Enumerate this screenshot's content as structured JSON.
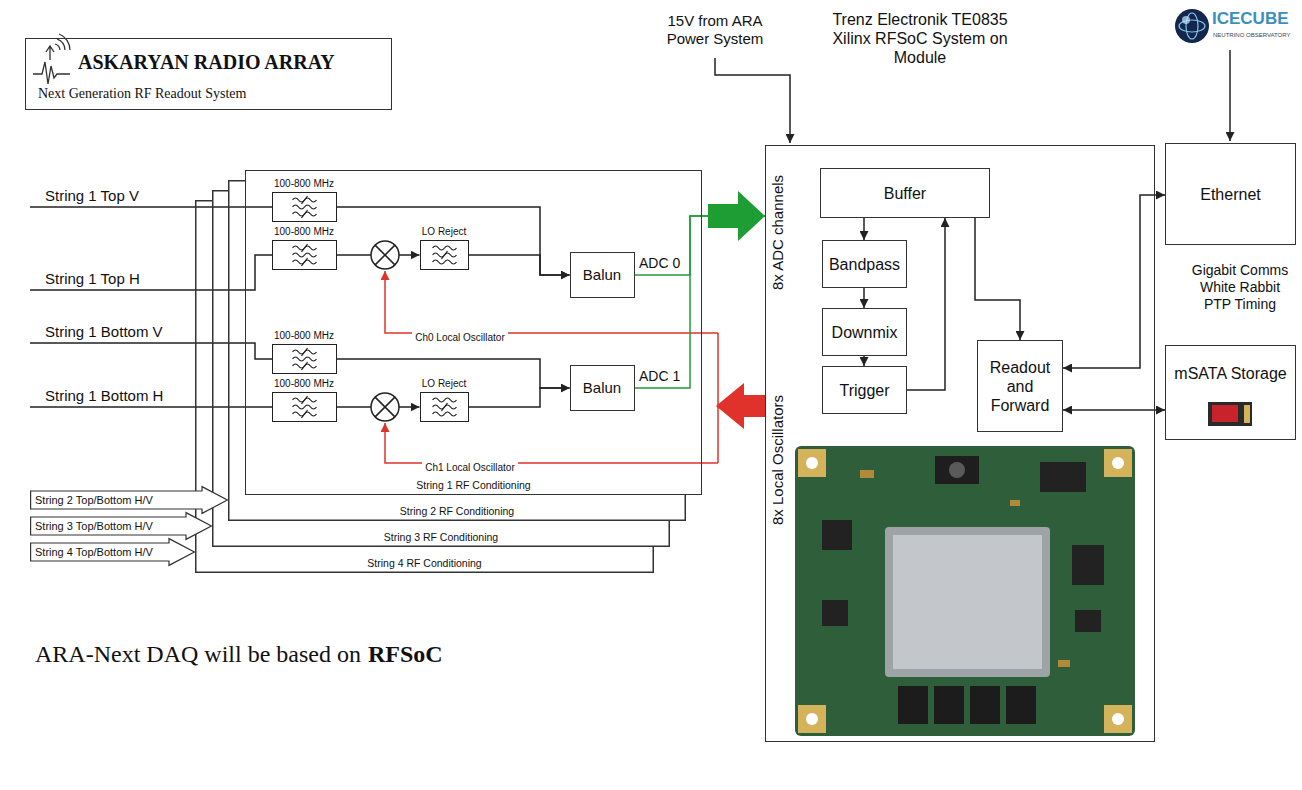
{
  "diagram": {
    "nodes": [
      {
        "text": [
          "ASKARYAN RADIO ARRAY",
          "Next Generation RF Readout System"
        ]
      },
      {
        "text": [
          "String 1 RF Conditioning"
        ]
      },
      {
        "text": [
          "100-800 MHz"
        ],
        "in": 1
      },
      {
        "text": [
          "100-800 MHz"
        ],
        "in": 1
      },
      {
        "text": [
          "LO Reject"
        ],
        "in": 1
      },
      {
        "text": [
          "Balun"
        ],
        "in": 1
      },
      {
        "text": [
          "100-800 MHz"
        ],
        "in": 1
      },
      {
        "text": [
          "100-800 MHz"
        ],
        "in": 1
      },
      {
        "text": [
          "LO Reject"
        ],
        "in": 1
      },
      {
        "text": [
          "Balun"
        ],
        "in": 1
      },
      {
        "text": [
          "String 2 RF Conditioning"
        ]
      },
      {
        "text": [
          "String 3 RF Conditioning"
        ]
      },
      {
        "text": [
          "String 4 RF Conditioning"
        ]
      },
      {
        "text": [
          "String 2 Top/Bottom H/V"
        ]
      },
      {
        "text": [
          "String 3 Top/Bottom H/V"
        ]
      },
      {
        "text": [
          "String 4 Top/Bottom H/V"
        ]
      },
      {
        "text": [
          "Trenz Electronik TE0835 Xilinx RFSoC System on Module"
        ]
      },
      {
        "text": [
          "Buffer"
        ],
        "in": 16
      },
      {
        "text": [
          "Bandpass"
        ],
        "in": 16
      },
      {
        "text": [
          "Downmix"
        ],
        "in": 16
      },
      {
        "text": [
          "Trigger"
        ],
        "in": 16
      },
      {
        "text": [
          "Readout and Forward"
        ],
        "in": 16
      },
      {
        "text": [
          "Ethernet"
        ]
      },
      {
        "text": [
          "mSATA Storage"
        ]
      }
    ],
    "edges": [
      {
        "from": 2,
        "to": 5,
        "arrow": "to"
      },
      {
        "from": 3,
        "to": 4,
        "arrow": "to"
      },
      {
        "from": 4,
        "to": 5,
        "arrow": "to"
      },
      {
        "from": 6,
        "to": 9,
        "arrow": "to"
      },
      {
        "from": 7,
        "to": 8,
        "arrow": "to"
      },
      {
        "from": 8,
        "to": 9,
        "arrow": "to"
      },
      {
        "from": 5,
        "to": 16,
        "arrow": "to",
        "label": "ADC 0"
      },
      {
        "from": 9,
        "to": 16,
        "arrow": "to",
        "label": "ADC 1"
      },
      {
        "from": 17,
        "to": 18,
        "arrow": "to"
      },
      {
        "from": 18,
        "to": 19,
        "arrow": "to"
      },
      {
        "from": 19,
        "to": 20,
        "arrow": "to"
      },
      {
        "from": 20,
        "to": 17,
        "arrow": "to"
      },
      {
        "from": 17,
        "to": 21,
        "arrow": "to"
      },
      {
        "from": 21,
        "to": 22,
        "arrow": "both"
      },
      {
        "from": 21,
        "to": 23,
        "arrow": "both"
      }
    ],
    "labels": [
      "String 1 Top V",
      "String 1 Top H",
      "String 1 Bottom V",
      "String 1 Bottom H",
      "Ch0 Local Oscillator",
      "Ch1 Local Oscillator",
      "15V from ARA Power System",
      "8x ADC channels",
      "8x Local Oscillators",
      "ICECUBE",
      "NEUTRINO OBSERVATORY",
      "Gigabit Comms White Rabbit PTP Timing",
      "ARA-Next DAQ will be based on",
      "RFSoC"
    ]
  }
}
